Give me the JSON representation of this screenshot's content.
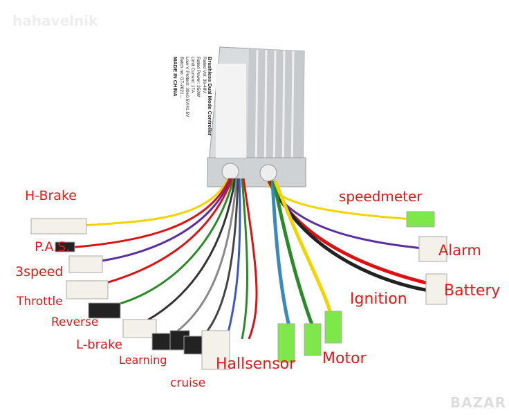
{
  "watermark": "hahavelnik",
  "logo": "BAZAR",
  "controller": {
    "title": "Brushless Dual Mode Controller",
    "lines": [
      "Rated Vol: 36-48V",
      "Rated Power: 350W",
      "Limit Current: 17A",
      "Low-V Protect: 30±0.5V/41.5V",
      "Batch no: GT-2021..."
    ],
    "origin": "MADE IN CHINA"
  },
  "labels": {
    "h_brake": "H-Brake",
    "pas": "P.A.S.",
    "speed3": "3speed",
    "throttle": "Throttle",
    "reverse": "Reverse",
    "l_brake": "L-brake",
    "learning": "Learning",
    "cruise": "cruise",
    "hallsensor": "Hallsensor",
    "motor": "Motor",
    "ignition": "Ignition",
    "battery": "Battery",
    "alarm": "Alarm",
    "speedmeter": "speedmeter"
  },
  "colors": {
    "label": "#e01818",
    "connector_green": "#7ee84a",
    "connector_white": "#f4f1ea"
  }
}
